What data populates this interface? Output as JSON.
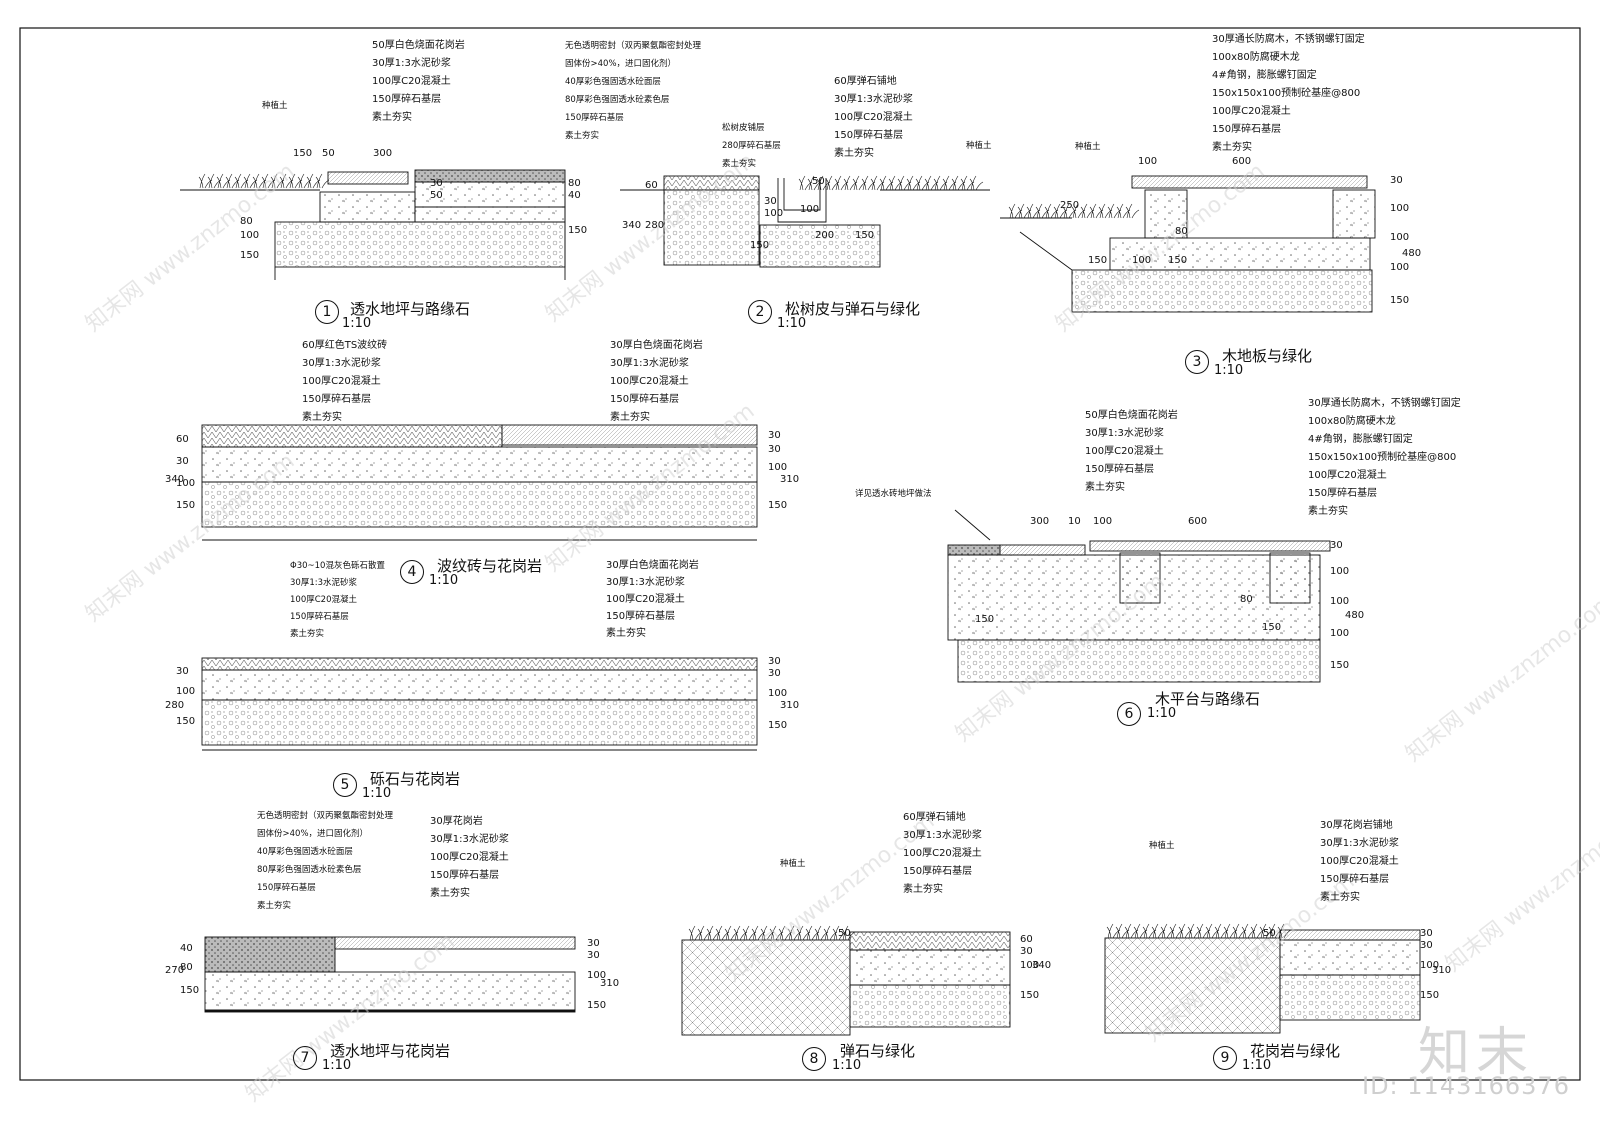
{
  "watermark": {
    "text": "知末网 www.znzmo.com",
    "logo": "知末",
    "id": "ID: 1143166376"
  },
  "details": [
    {
      "n": "1",
      "title": "透水地坪与路缘石",
      "scale": "1:10",
      "notes_left": [
        "50厚白色烧面花岗岩",
        "30厚1:3水泥砂浆",
        "100厚C20混凝土",
        "150厚碎石基层",
        "素土夯实"
      ],
      "notes_right": [
        "无色透明密封（双丙聚氨酯密封处理",
        "固体份>40%，进口固化剂）",
        "40厚彩色强固透水砼面层",
        "80厚彩色强固透水砼素色层",
        "150厚碎石基层",
        "素土夯实"
      ],
      "tag": "种植土",
      "dims": [
        "150",
        "50",
        "300",
        "80",
        "40",
        "30",
        "50",
        "150",
        "80",
        "100",
        "150"
      ]
    },
    {
      "n": "2",
      "title": "松树皮与弹石与绿化",
      "scale": "1:10",
      "notes_left": [
        "松树皮铺层",
        "280厚碎石基层",
        "素土夯实"
      ],
      "notes_right": [
        "60厚弹石铺地",
        "30厚1:3水泥砂浆",
        "100厚C20混凝土",
        "150厚碎石基层",
        "素土夯实"
      ],
      "tag": "种植土",
      "dims": [
        "60",
        "280",
        "340",
        "100",
        "30",
        "50",
        "100",
        "200",
        "150",
        "150"
      ]
    },
    {
      "n": "3",
      "title": "木地板与绿化",
      "scale": "1:10",
      "notes": [
        "30厚通长防腐木，不锈钢螺钉固定",
        "100x80防腐硬木龙",
        "4#角钢，膨胀螺钉固定",
        "150x150x100预制砼基座@800",
        "100厚C20混凝土",
        "150厚碎石基层",
        "素土夯实"
      ],
      "tag": "种植土",
      "dims": [
        "100",
        "600",
        "250",
        "80",
        "150",
        "100",
        "150",
        "30",
        "100",
        "100",
        "100",
        "150",
        "480"
      ]
    },
    {
      "n": "4",
      "title": "波纹砖与花岗岩",
      "scale": "1:10",
      "notes_left": [
        "60厚红色TS波纹砖",
        "30厚1:3水泥砂浆",
        "100厚C20混凝土",
        "150厚碎石基层",
        "素土夯实"
      ],
      "notes_right": [
        "30厚白色烧面花岗岩",
        "30厚1:3水泥砂浆",
        "100厚C20混凝土",
        "150厚碎石基层",
        "素土夯实"
      ],
      "dims": [
        "60",
        "30",
        "100",
        "150",
        "340",
        "30",
        "30",
        "100",
        "150",
        "310"
      ]
    },
    {
      "n": "5",
      "title": "砾石与花岗岩",
      "scale": "1:10",
      "notes_left": [
        "Φ30~10混灰色砾石散置",
        "30厚1:3水泥砂浆",
        "100厚C20混凝土",
        "150厚碎石基层",
        "素土夯实"
      ],
      "notes_right": [
        "30厚白色烧面花岗岩",
        "30厚1:3水泥砂浆",
        "100厚C20混凝土",
        "150厚碎石基层",
        "素土夯实"
      ],
      "dims": [
        "30",
        "100",
        "150",
        "280",
        "30",
        "30",
        "100",
        "150",
        "310"
      ]
    },
    {
      "n": "6",
      "title": "木平台与路缘石",
      "scale": "1:10",
      "notes_left": [
        "50厚白色烧面花岗岩",
        "30厚1:3水泥砂浆",
        "100厚C20混凝土",
        "150厚碎石基层",
        "素土夯实"
      ],
      "notes_right": [
        "30厚通长防腐木，不锈钢螺钉固定",
        "100x80防腐硬木龙",
        "4#角钢，膨胀螺钉固定",
        "150x150x100预制砼基座@800",
        "100厚C20混凝土",
        "150厚碎石基层",
        "素土夯实"
      ],
      "callout": "详见透水砖地坪做法",
      "dims": [
        "300",
        "10",
        "100",
        "600",
        "80",
        "150",
        "150",
        "30",
        "100",
        "100",
        "100",
        "150",
        "480"
      ]
    },
    {
      "n": "7",
      "title": "透水地坪与花岗岩",
      "scale": "1:10",
      "notes_left": [
        "无色透明密封（双丙聚氨酯密封处理",
        "固体份>40%，进口固化剂）",
        "40厚彩色强固透水砼面层",
        "80厚彩色强固透水砼素色层",
        "150厚碎石基层",
        "素土夯实"
      ],
      "notes_right": [
        "30厚花岗岩",
        "30厚1:3水泥砂浆",
        "100厚C20混凝土",
        "150厚碎石基层",
        "素土夯实"
      ],
      "dims": [
        "40",
        "80",
        "150",
        "270",
        "30",
        "30",
        "100",
        "150",
        "310"
      ]
    },
    {
      "n": "8",
      "title": "弹石与绿化",
      "scale": "1:10",
      "notes": [
        "60厚弹石铺地",
        "30厚1:3水泥砂浆",
        "100厚C20混凝土",
        "150厚碎石基层",
        "素土夯实"
      ],
      "tag": "种植土",
      "dims": [
        "50",
        "60",
        "30",
        "100",
        "150",
        "340"
      ]
    },
    {
      "n": "9",
      "title": "花岗岩与绿化",
      "scale": "1:10",
      "notes": [
        "30厚花岗岩铺地",
        "30厚1:3水泥砂浆",
        "100厚C20混凝土",
        "150厚碎石基层",
        "素土夯实"
      ],
      "tag": "种植土",
      "dims": [
        "50",
        "30",
        "30",
        "100",
        "150",
        "310"
      ]
    }
  ]
}
